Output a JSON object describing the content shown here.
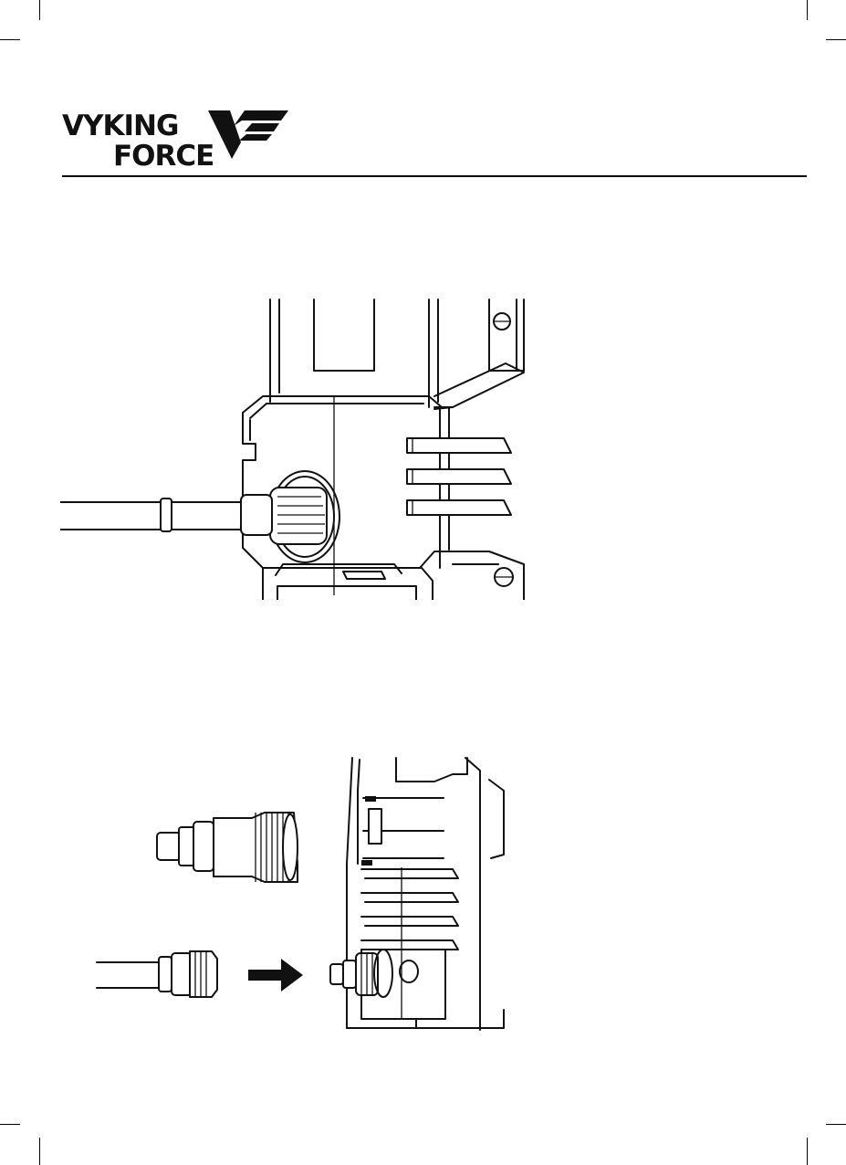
{
  "brand": {
    "logo_line1": "VYKING",
    "logo_line2": "FORCE"
  },
  "figures": [
    {
      "id": "figure-1",
      "icon": "hose-connected-to-washer-outlet-illustration"
    },
    {
      "id": "figure-2",
      "icon": "hose-quick-connector-attach-illustration"
    }
  ],
  "arrow_icon": "arrow-right-icon"
}
